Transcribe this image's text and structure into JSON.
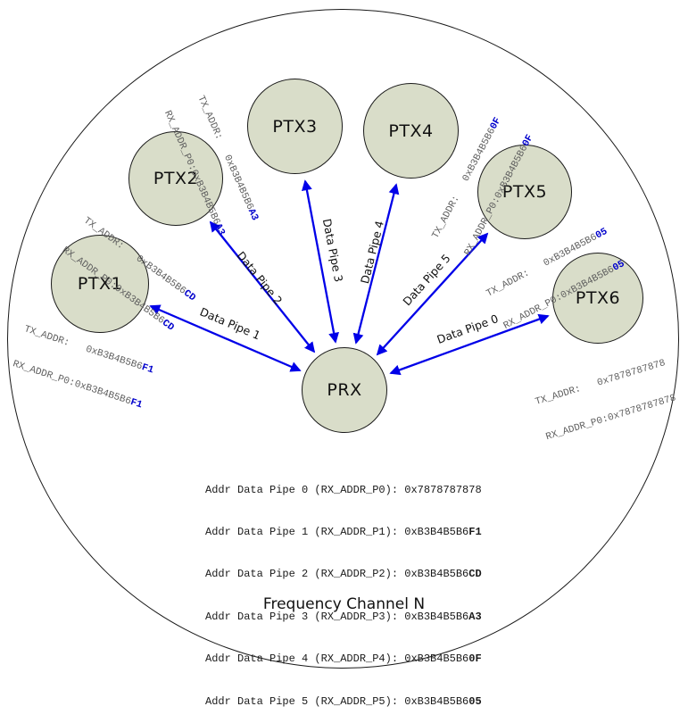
{
  "colors": {
    "arrow": "#0000e8",
    "highlight": "#0000cc",
    "node_fill": "#d9ddc9",
    "node_border": "#1a1a1a",
    "addr_text": "#5f5f5f"
  },
  "diagram": {
    "title": "Frequency Channel N",
    "prx": {
      "label": "PRX",
      "pipe_table": [
        {
          "text": "Addr Data Pipe 0 (RX_ADDR_P0): 0x7878787878",
          "suffix": ""
        },
        {
          "text": "Addr Data Pipe 1 (RX_ADDR_P1): 0xB3B4B5B6",
          "suffix": "F1"
        },
        {
          "text": "Addr Data Pipe 2 (RX_ADDR_P2): 0xB3B4B5B6",
          "suffix": "CD"
        },
        {
          "text": "Addr Data Pipe 3 (RX_ADDR_P3): 0xB3B4B5B6",
          "suffix": "A3"
        },
        {
          "text": "Addr Data Pipe 4 (RX_ADDR_P4): 0xB3B4B5B6",
          "suffix": "0F"
        },
        {
          "text": "Addr Data Pipe 5 (RX_ADDR_P5): 0xB3B4B5B6",
          "suffix": "05"
        }
      ]
    },
    "transmitters": [
      {
        "label": "PTX1",
        "pipe_label": "Data Pipe 1",
        "tx_line": "TX_ADDR:   0xB3B4B5B6",
        "tx_suffix": "F1",
        "rx_line": "RX_ADDR_P0:0xB3B4B5B6",
        "rx_suffix": "F1"
      },
      {
        "label": "PTX2",
        "pipe_label": "Data Pipe 2",
        "tx_line": "TX_ADDR:   0xB3B4B5B6",
        "tx_suffix": "CD",
        "rx_line": "RX_ADDR_P0:0xB3B4B5B6",
        "rx_suffix": "CD"
      },
      {
        "label": "PTX3",
        "pipe_label": "Data Pipe 3",
        "tx_line": "TX_ADDR:   0xB3B4B5B6",
        "tx_suffix": "A3",
        "rx_line": "RX_ADDR_P0:0xB3B4B5B6",
        "rx_suffix": "A3"
      },
      {
        "label": "PTX4",
        "pipe_label": "Data Pipe 4",
        "tx_line": "TX_ADDR:   0xB3B4B5B6",
        "tx_suffix": "0F",
        "rx_line": "RX_ADDR_P0:0xB3B4B5B6",
        "rx_suffix": "0F"
      },
      {
        "label": "PTX5",
        "pipe_label": "Data Pipe 5",
        "tx_line": "TX_ADDR:   0xB3B4B5B6",
        "tx_suffix": "05",
        "rx_line": "RX_ADDR_P0:0xB3B4B5B6",
        "rx_suffix": "05"
      },
      {
        "label": "PTX6",
        "pipe_label": "Data Pipe 0",
        "tx_line": "TX_ADDR:   0x7878787878",
        "tx_suffix": "",
        "rx_line": "RX_ADDR_P0:0x7878787878",
        "rx_suffix": ""
      }
    ]
  }
}
